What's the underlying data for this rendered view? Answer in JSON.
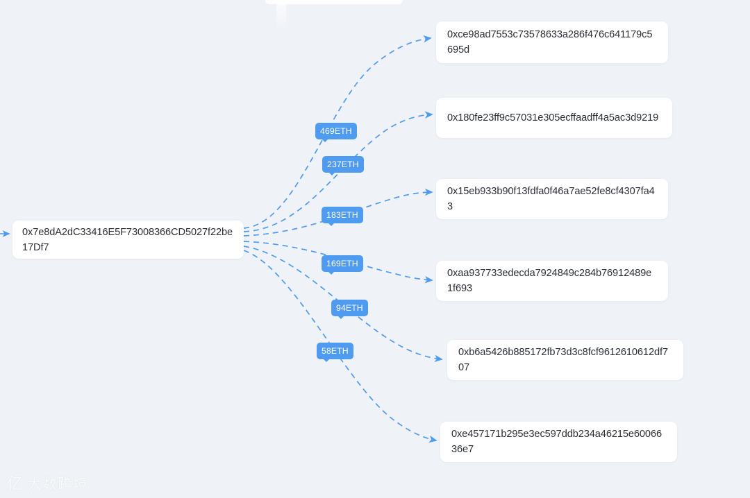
{
  "graph": {
    "background_color": "#eff2f6",
    "edge_color": "#4e9bf0",
    "node_background": "#ffffff",
    "badge_color": "#4e9bf0",
    "root": {
      "address": "0x7e8dA2dC33416E5F73008366CD5027f22be17Df7"
    },
    "incoming_edge": {
      "label": "incoming-arrow"
    },
    "targets": [
      {
        "address": "0xce98ad7553c73578633a286f476c641179c5695d",
        "value": "469ETH"
      },
      {
        "address": "0x180fe23ff9c57031e305ecffaadff4a5ac3d9219",
        "value": "237ETH"
      },
      {
        "address": "0x15eb933b90f13fdfa0f46a7ae52fe8cf4307fa43",
        "value": "183ETH"
      },
      {
        "address": "0xaa937733edecda7924849c284b76912489e1f693",
        "value": "169ETH"
      },
      {
        "address": "0xb6a5426b885172fb73d3c8fcf9612610612df707",
        "value": "94ETH"
      },
      {
        "address": "0xe457171b295e3ec597ddb234a46215e6006636e7",
        "value": "58ETH"
      }
    ]
  },
  "watermark": {
    "mark": "亿",
    "text": "大数跨境"
  }
}
